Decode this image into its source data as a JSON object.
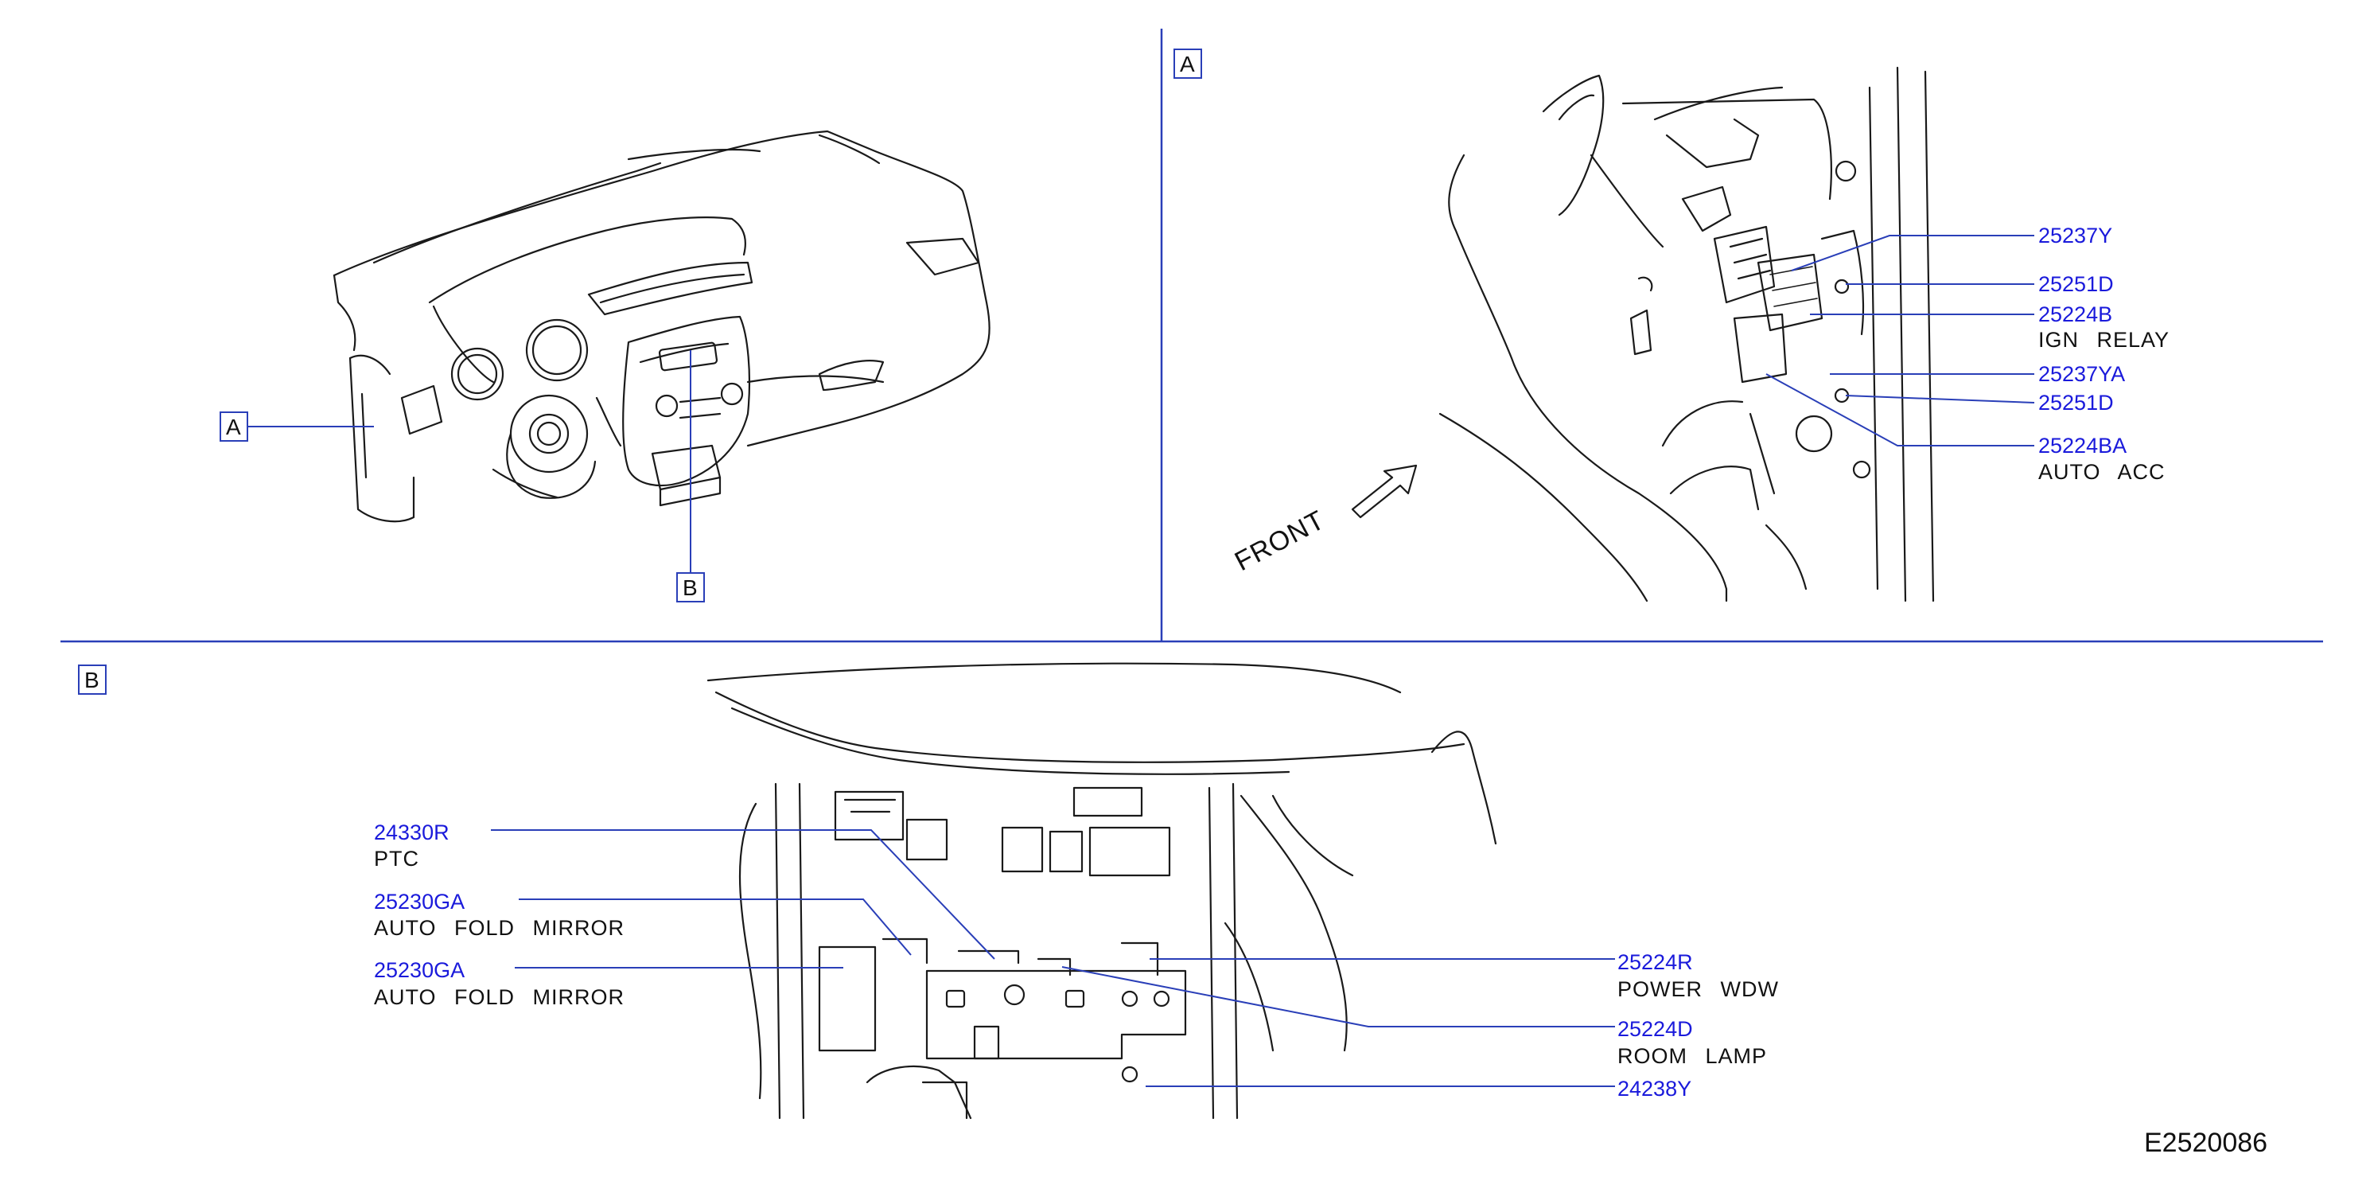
{
  "view_labels": {
    "a": "A",
    "b": "B"
  },
  "front_label": "FRONT",
  "diagram_code": "E2520086",
  "callouts_a": [
    {
      "part": "25237Y",
      "desc": ""
    },
    {
      "part": "25251D",
      "desc": ""
    },
    {
      "part": "25224B",
      "desc": "IGN RELAY"
    },
    {
      "part": "25237YA",
      "desc": ""
    },
    {
      "part": "25251D",
      "desc": ""
    },
    {
      "part": "25224BA",
      "desc": "AUTO ACC"
    }
  ],
  "callouts_b_left": [
    {
      "part": "24330R",
      "desc": "PTC"
    },
    {
      "part": "25230GA",
      "desc": "AUTO FOLD MIRROR"
    },
    {
      "part": "25230GA",
      "desc": "AUTO FOLD MIRROR"
    }
  ],
  "callouts_b_right": [
    {
      "part": "25224R",
      "desc": "POWER WDW"
    },
    {
      "part": "25224D",
      "desc": "ROOM LAMP"
    },
    {
      "part": "24238Y",
      "desc": ""
    }
  ],
  "colors": {
    "part_number": "#1a1adb",
    "leader": "#2a3fb8",
    "line_art": "#1a1a1a"
  }
}
